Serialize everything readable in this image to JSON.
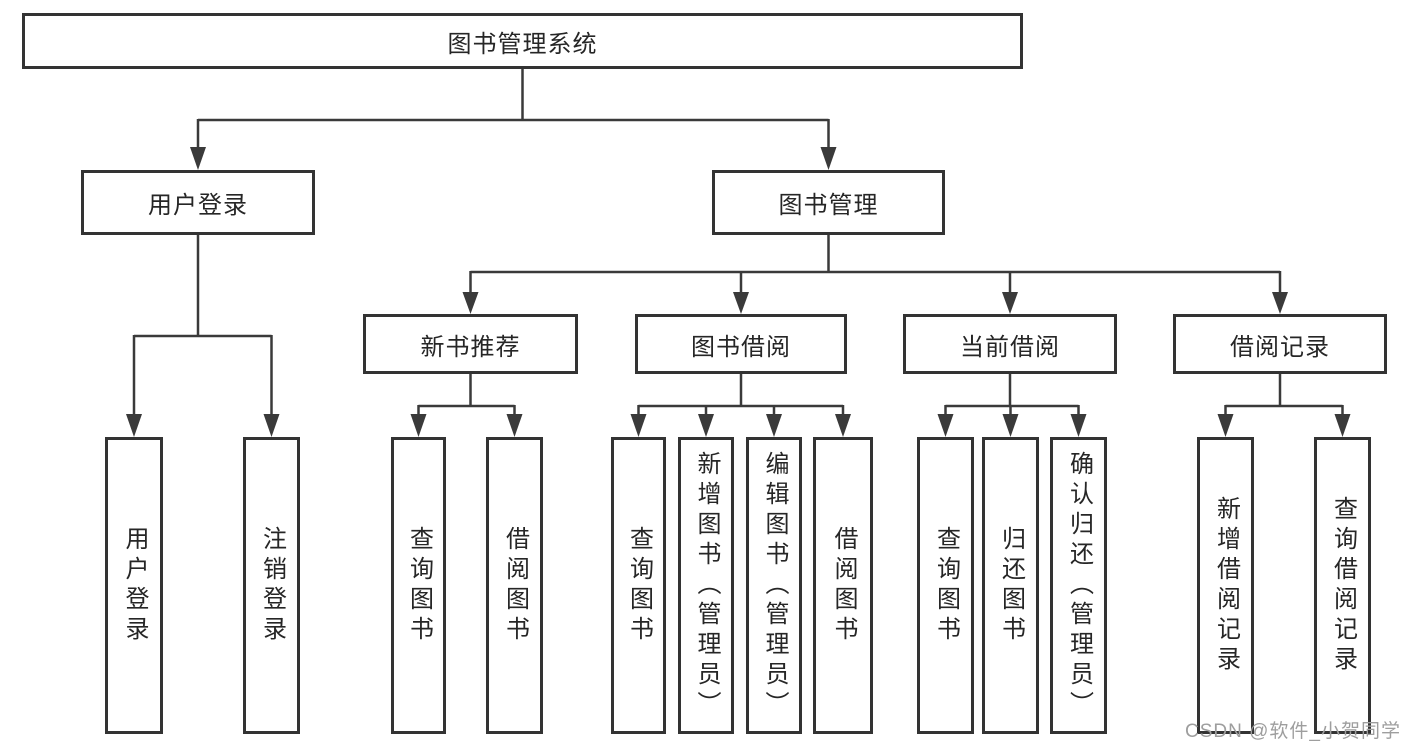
{
  "diagram": {
    "title": "图书管理系统",
    "root": {
      "label": "图书管理系统"
    },
    "level2": [
      {
        "label": "用户登录"
      },
      {
        "label": "图书管理"
      }
    ],
    "level3": [
      {
        "label": "新书推荐",
        "parent": "图书管理"
      },
      {
        "label": "图书借阅",
        "parent": "图书管理"
      },
      {
        "label": "当前借阅",
        "parent": "图书管理"
      },
      {
        "label": "借阅记录",
        "parent": "图书管理"
      }
    ],
    "leaves": [
      {
        "label": "用户登录",
        "parent": "用户登录"
      },
      {
        "label": "注销登录",
        "parent": "用户登录"
      },
      {
        "label": "查询图书",
        "parent": "新书推荐"
      },
      {
        "label": "借阅图书",
        "parent": "新书推荐"
      },
      {
        "label": "查询图书",
        "parent": "图书借阅"
      },
      {
        "label": "新增图书（管理员）",
        "parent": "图书借阅"
      },
      {
        "label": "编辑图书（管理员）",
        "parent": "图书借阅"
      },
      {
        "label": "借阅图书",
        "parent": "图书借阅"
      },
      {
        "label": "查询图书",
        "parent": "当前借阅"
      },
      {
        "label": "归还图书",
        "parent": "当前借阅"
      },
      {
        "label": "确认归还（管理员）",
        "parent": "当前借阅"
      },
      {
        "label": "新增借阅记录",
        "parent": "借阅记录"
      },
      {
        "label": "查询借阅记录",
        "parent": "借阅记录"
      }
    ]
  },
  "watermark": "CSDN @软件_小贺同学",
  "colors": {
    "line": "#3a3a3a",
    "box_border": "#333333",
    "text": "#262626",
    "background": "#ffffff",
    "watermark": "#9e9e9e"
  }
}
